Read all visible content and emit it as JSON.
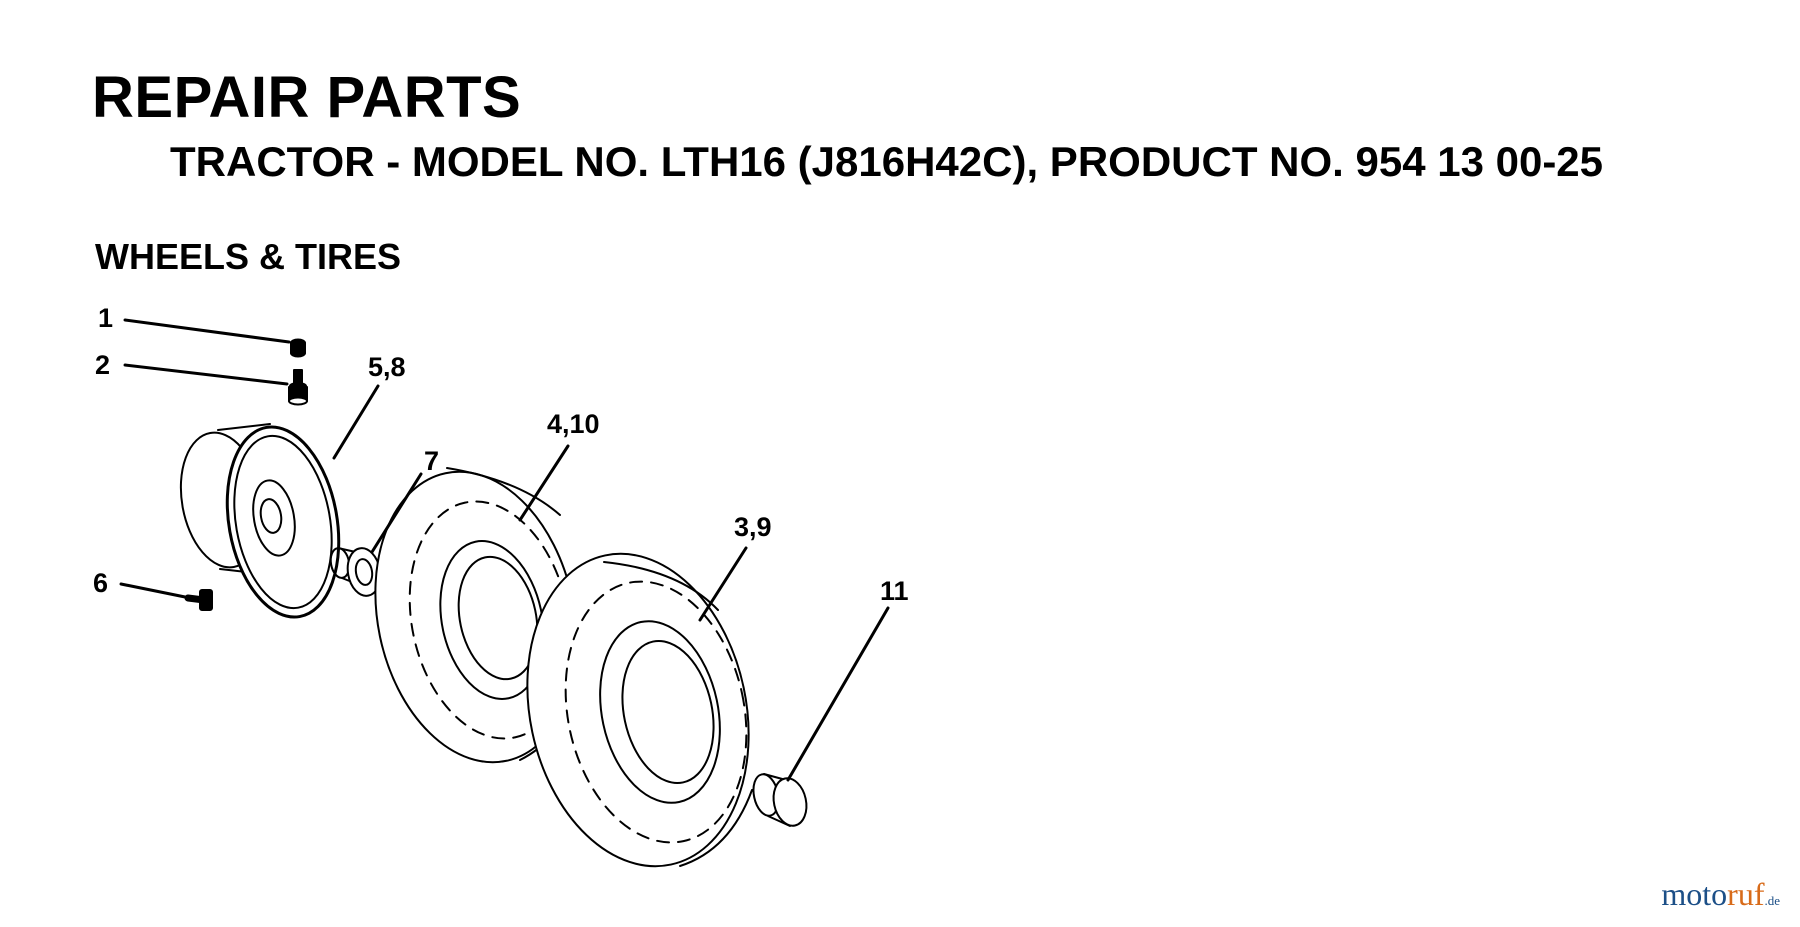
{
  "document": {
    "title": "REPAIR PARTS",
    "subtitle": "TRACTOR - MODEL NO. LTH16 (J816H42C),  PRODUCT NO. 954 13 00-25",
    "section": "WHEELS & TIRES"
  },
  "callouts": {
    "c1": "1",
    "c2": "2",
    "c58": "5,8",
    "c7": "7",
    "c410": "4,10",
    "c39": "3,9",
    "c6": "6",
    "c11": "11"
  },
  "watermark": {
    "brand_a": "moto",
    "brand_b": "ruf",
    "tld": ".de",
    "color_primary": "#1c4f87",
    "color_accent": "#d86b1a"
  }
}
